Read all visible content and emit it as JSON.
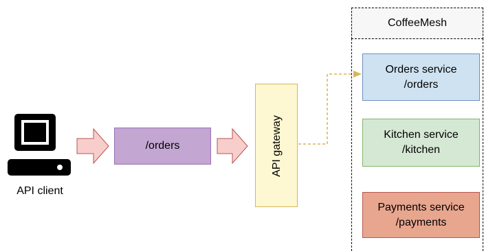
{
  "client": {
    "label": "API client",
    "icon": "computer-icon"
  },
  "orders_box": {
    "label": "/orders",
    "fill": "#c3a6d1",
    "stroke": "#9b6fb5"
  },
  "gateway": {
    "label": "API gateway",
    "fill": "#fdf8d2",
    "stroke": "#d6b656"
  },
  "coffeemesh": {
    "title": "CoffeeMesh"
  },
  "services": [
    {
      "name": "Orders service",
      "path": "/orders",
      "fill": "#cfe2f1",
      "stroke": "#6c8ebf"
    },
    {
      "name": "Kitchen service",
      "path": "/kitchen",
      "fill": "#d5e8d4",
      "stroke": "#82b366"
    },
    {
      "name": "Payments service",
      "path": "/payments",
      "fill": "#e8a68f",
      "stroke": "#b85450"
    }
  ],
  "colors": {
    "arrow_fill": "#f8cecc",
    "arrow_stroke": "#b85450",
    "connector": "#d6b656"
  }
}
